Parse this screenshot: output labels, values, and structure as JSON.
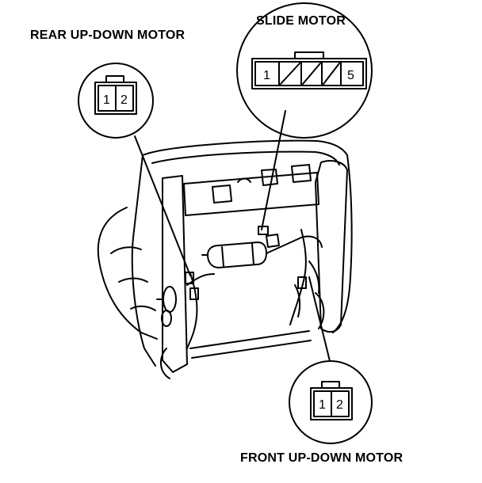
{
  "labels": {
    "rear_motor": "REAR UP-DOWN MOTOR",
    "slide_motor": "SLIDE MOTOR",
    "front_motor": "FRONT UP-DOWN MOTOR"
  },
  "connectors": {
    "rear": {
      "pins": [
        "1",
        "2"
      ]
    },
    "slide": {
      "pins": [
        "1",
        "5"
      ]
    },
    "front": {
      "pins": [
        "1",
        "2"
      ]
    }
  }
}
